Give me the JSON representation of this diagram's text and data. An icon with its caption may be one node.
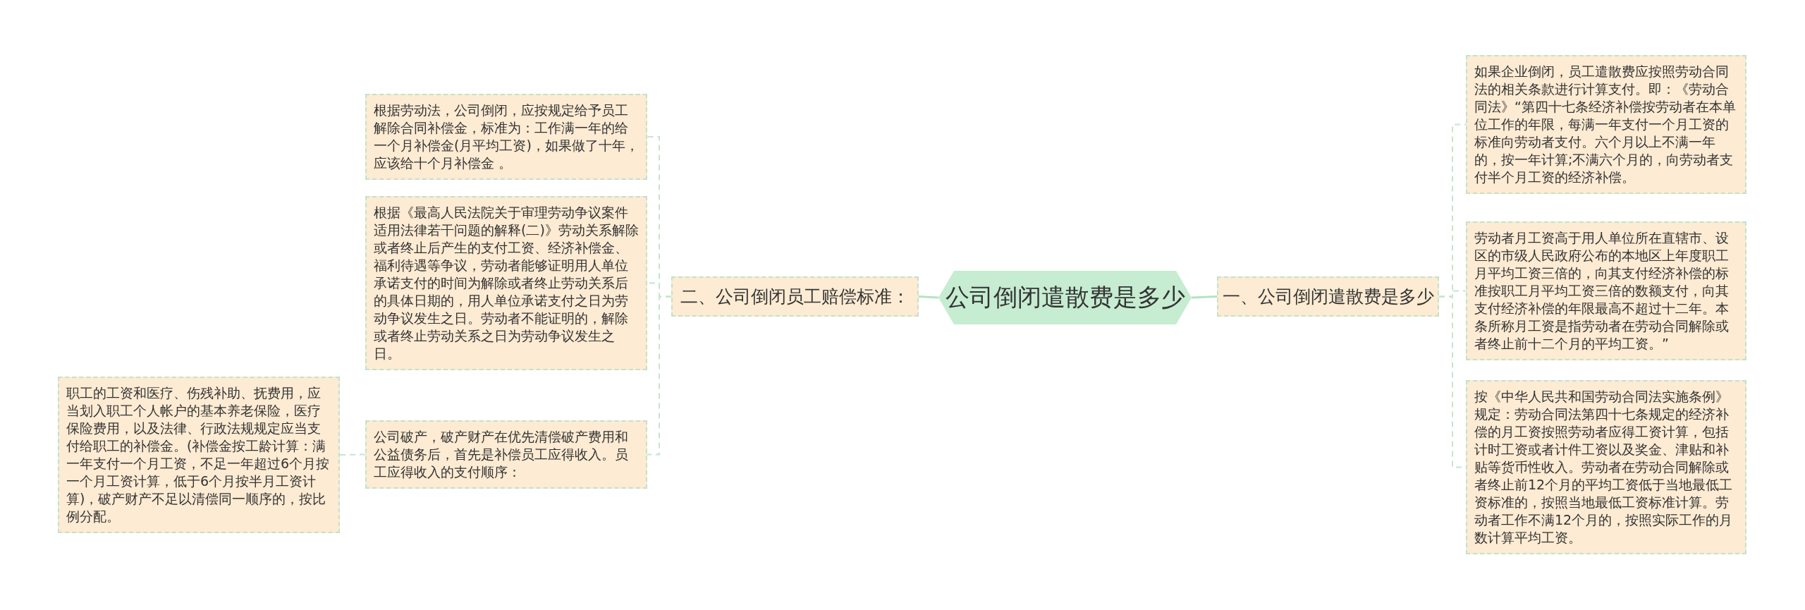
{
  "diagram": {
    "nodes": [
      {
        "text": [
          "公司倒闭遣散费是多少"
        ]
      },
      {
        "text": [
          "一、公司倒闭遣散费是多少"
        ]
      },
      {
        "text": [
          "如果企业倒闭，员工遣散费应按照劳动合同法的相关条款进行计算支付。即：《劳动合同法》“第四十七条经济补偿按劳动者在本单位工作的年限，每满一年支付一个月工资的标准向劳动者支付。六个月以上不满一年的，按一年计算;不满六个月的，向劳动者支付半个月工资的经济补偿。"
        ]
      },
      {
        "text": [
          "劳动者月工资高于用人单位所在直辖市、设区的市级人民政府公布的本地区上年度职工月平均工资三倍的，向其支付经济补偿的标准按职工月平均工资三倍的数额支付，向其支付经济补偿的年限最高不超过十二年。本条所称月工资是指劳动者在劳动合同解除或者终止前十二个月的平均工资。”"
        ]
      },
      {
        "text": [
          "按《中华人民共和国劳动合同法实施条例》规定：劳动合同法第四十七条规定的经济补偿的月工资按照劳动者应得工资计算，包括计时工资或者计件工资以及奖金、津贴和补贴等货币性收入。劳动者在劳动合同解除或者终止前12个月的平均工资低于当地最低工资标准的，按照当地最低工资标准计算。劳动者工作不满12个月的，按照实际工作的月数计算平均工资。"
        ]
      },
      {
        "text": [
          "二、公司倒闭员工赔偿标准："
        ]
      },
      {
        "text": [
          "根据劳动法，公司倒闭，应按规定给予员工解除合同补偿金，标准为：工作满一年的给一个月补偿金(月平均工资)，如果做了十年，应该给十个月补偿金 。"
        ]
      },
      {
        "text": [
          "根据《最高人民法院关于审理劳动争议案件适用法律若干问题的解释(二)》劳动关系解除或者终止后产生的支付工资、经济补偿金、福利待遇等争议，劳动者能够证明用人单位承诺支付的时间为解除或者终止劳动关系后的具体日期的，用人单位承诺支付之日为劳动争议发生之日。劳动者不能证明的，解除或者终止劳动关系之日为劳动争议发生之日。"
        ]
      },
      {
        "text": [
          "公司破产，破产财产在优先清偿破产费用和公益债务后，首先是补偿员工应得收入。员工应得收入的支付顺序："
        ]
      },
      {
        "text": [
          "职工的工资和医疗、伤残补助、抚费用，应当划入职工个人帐户的基本养老保险，医疗保险费用，以及法律、行政法规规定应当支付给职工的补偿金。(补偿金按工龄计算：满一年支付一个月工资，不足一年超过6个月按一个月工资计算，低于6个月按半月工资计算)，破产财产不足以清偿同一顺序的，按比例分配。"
        ]
      }
    ],
    "edges": [
      {
        "from": 0,
        "to": 1,
        "arrow": "none",
        "color": "#b4e3c2"
      },
      {
        "from": 1,
        "to": 2,
        "arrow": "none",
        "style": "dashed"
      },
      {
        "from": 1,
        "to": 3,
        "arrow": "none",
        "style": "dashed"
      },
      {
        "from": 1,
        "to": 4,
        "arrow": "none",
        "style": "dashed"
      },
      {
        "from": 0,
        "to": 5,
        "arrow": "none",
        "color": "#b4e3c2"
      },
      {
        "from": 5,
        "to": 6,
        "arrow": "none",
        "style": "dashed"
      },
      {
        "from": 5,
        "to": 7,
        "arrow": "none",
        "style": "dashed"
      },
      {
        "from": 5,
        "to": 8,
        "arrow": "none",
        "style": "dashed"
      },
      {
        "from": 8,
        "to": 9,
        "arrow": "none",
        "style": "dashed"
      }
    ]
  }
}
